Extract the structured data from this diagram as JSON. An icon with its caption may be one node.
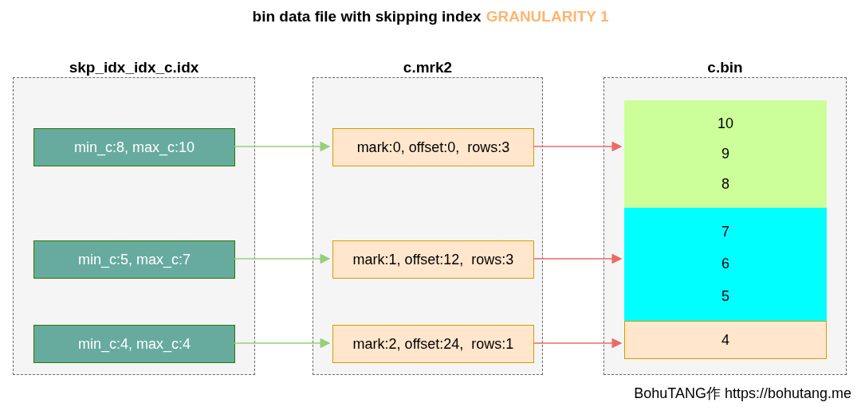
{
  "diagram": {
    "title": "bin data file with skipping index",
    "nodes": [
      {
        "text": [
          "skp_idx_idx_c.idx"
        ]
      },
      {
        "text": [
          "c.mrk2"
        ]
      },
      {
        "text": [
          "c.bin"
        ]
      },
      {
        "text": [
          "min_c:8, max_c:10"
        ],
        "in": 0
      },
      {
        "text": [
          "min_c:5, max_c:7"
        ],
        "in": 0
      },
      {
        "text": [
          "min_c:4, max_c:4"
        ],
        "in": 0
      },
      {
        "text": [
          "mark:0, offset:0,  rows:3"
        ],
        "in": 1
      },
      {
        "text": [
          "mark:1, offset:12,  rows:3"
        ],
        "in": 1
      },
      {
        "text": [
          "mark:2, offset:24,  rows:1"
        ],
        "in": 1
      },
      {
        "text": [
          "10",
          "9",
          "8"
        ],
        "in": 2
      },
      {
        "text": [
          "7",
          "6",
          "5"
        ],
        "in": 2
      },
      {
        "text": [
          "4"
        ],
        "in": 2
      }
    ],
    "edges": [
      {
        "from": 3,
        "to": 6,
        "arrow": "to",
        "color": "#97d077"
      },
      {
        "from": 4,
        "to": 7,
        "arrow": "to",
        "color": "#97d077"
      },
      {
        "from": 5,
        "to": 8,
        "arrow": "to",
        "color": "#97d077"
      },
      {
        "from": 6,
        "to": 9,
        "arrow": "to",
        "color": "#ea6b66"
      },
      {
        "from": 7,
        "to": 10,
        "arrow": "to",
        "color": "#ea6b66"
      },
      {
        "from": 8,
        "to": 11,
        "arrow": "to",
        "color": "#ea6b66"
      }
    ],
    "labels": [
      "GRANULARITY 1",
      "BohuTANG作 https://bohutang.me"
    ]
  }
}
